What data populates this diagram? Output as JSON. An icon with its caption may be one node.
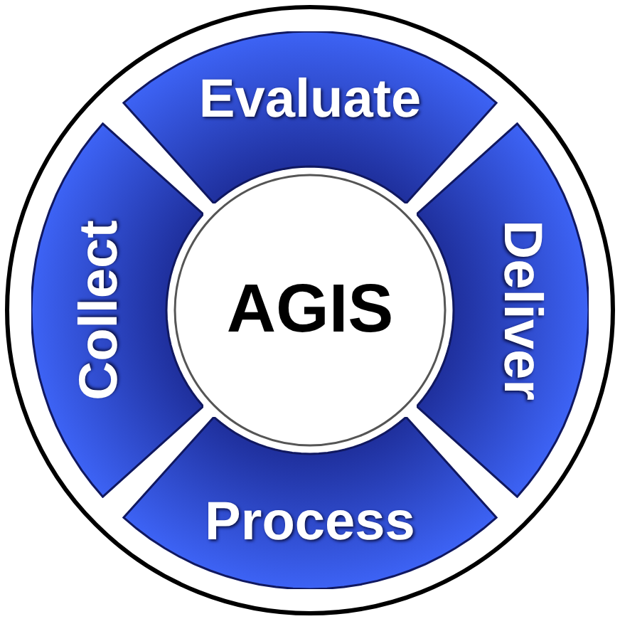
{
  "diagram": {
    "nodes": [
      {
        "text": [
          "Evaluate"
        ]
      },
      {
        "text": [
          "Collect"
        ]
      },
      {
        "text": [
          "AGIS"
        ]
      },
      {
        "text": [
          "Deliver"
        ]
      },
      {
        "text": [
          "Process"
        ]
      }
    ]
  }
}
